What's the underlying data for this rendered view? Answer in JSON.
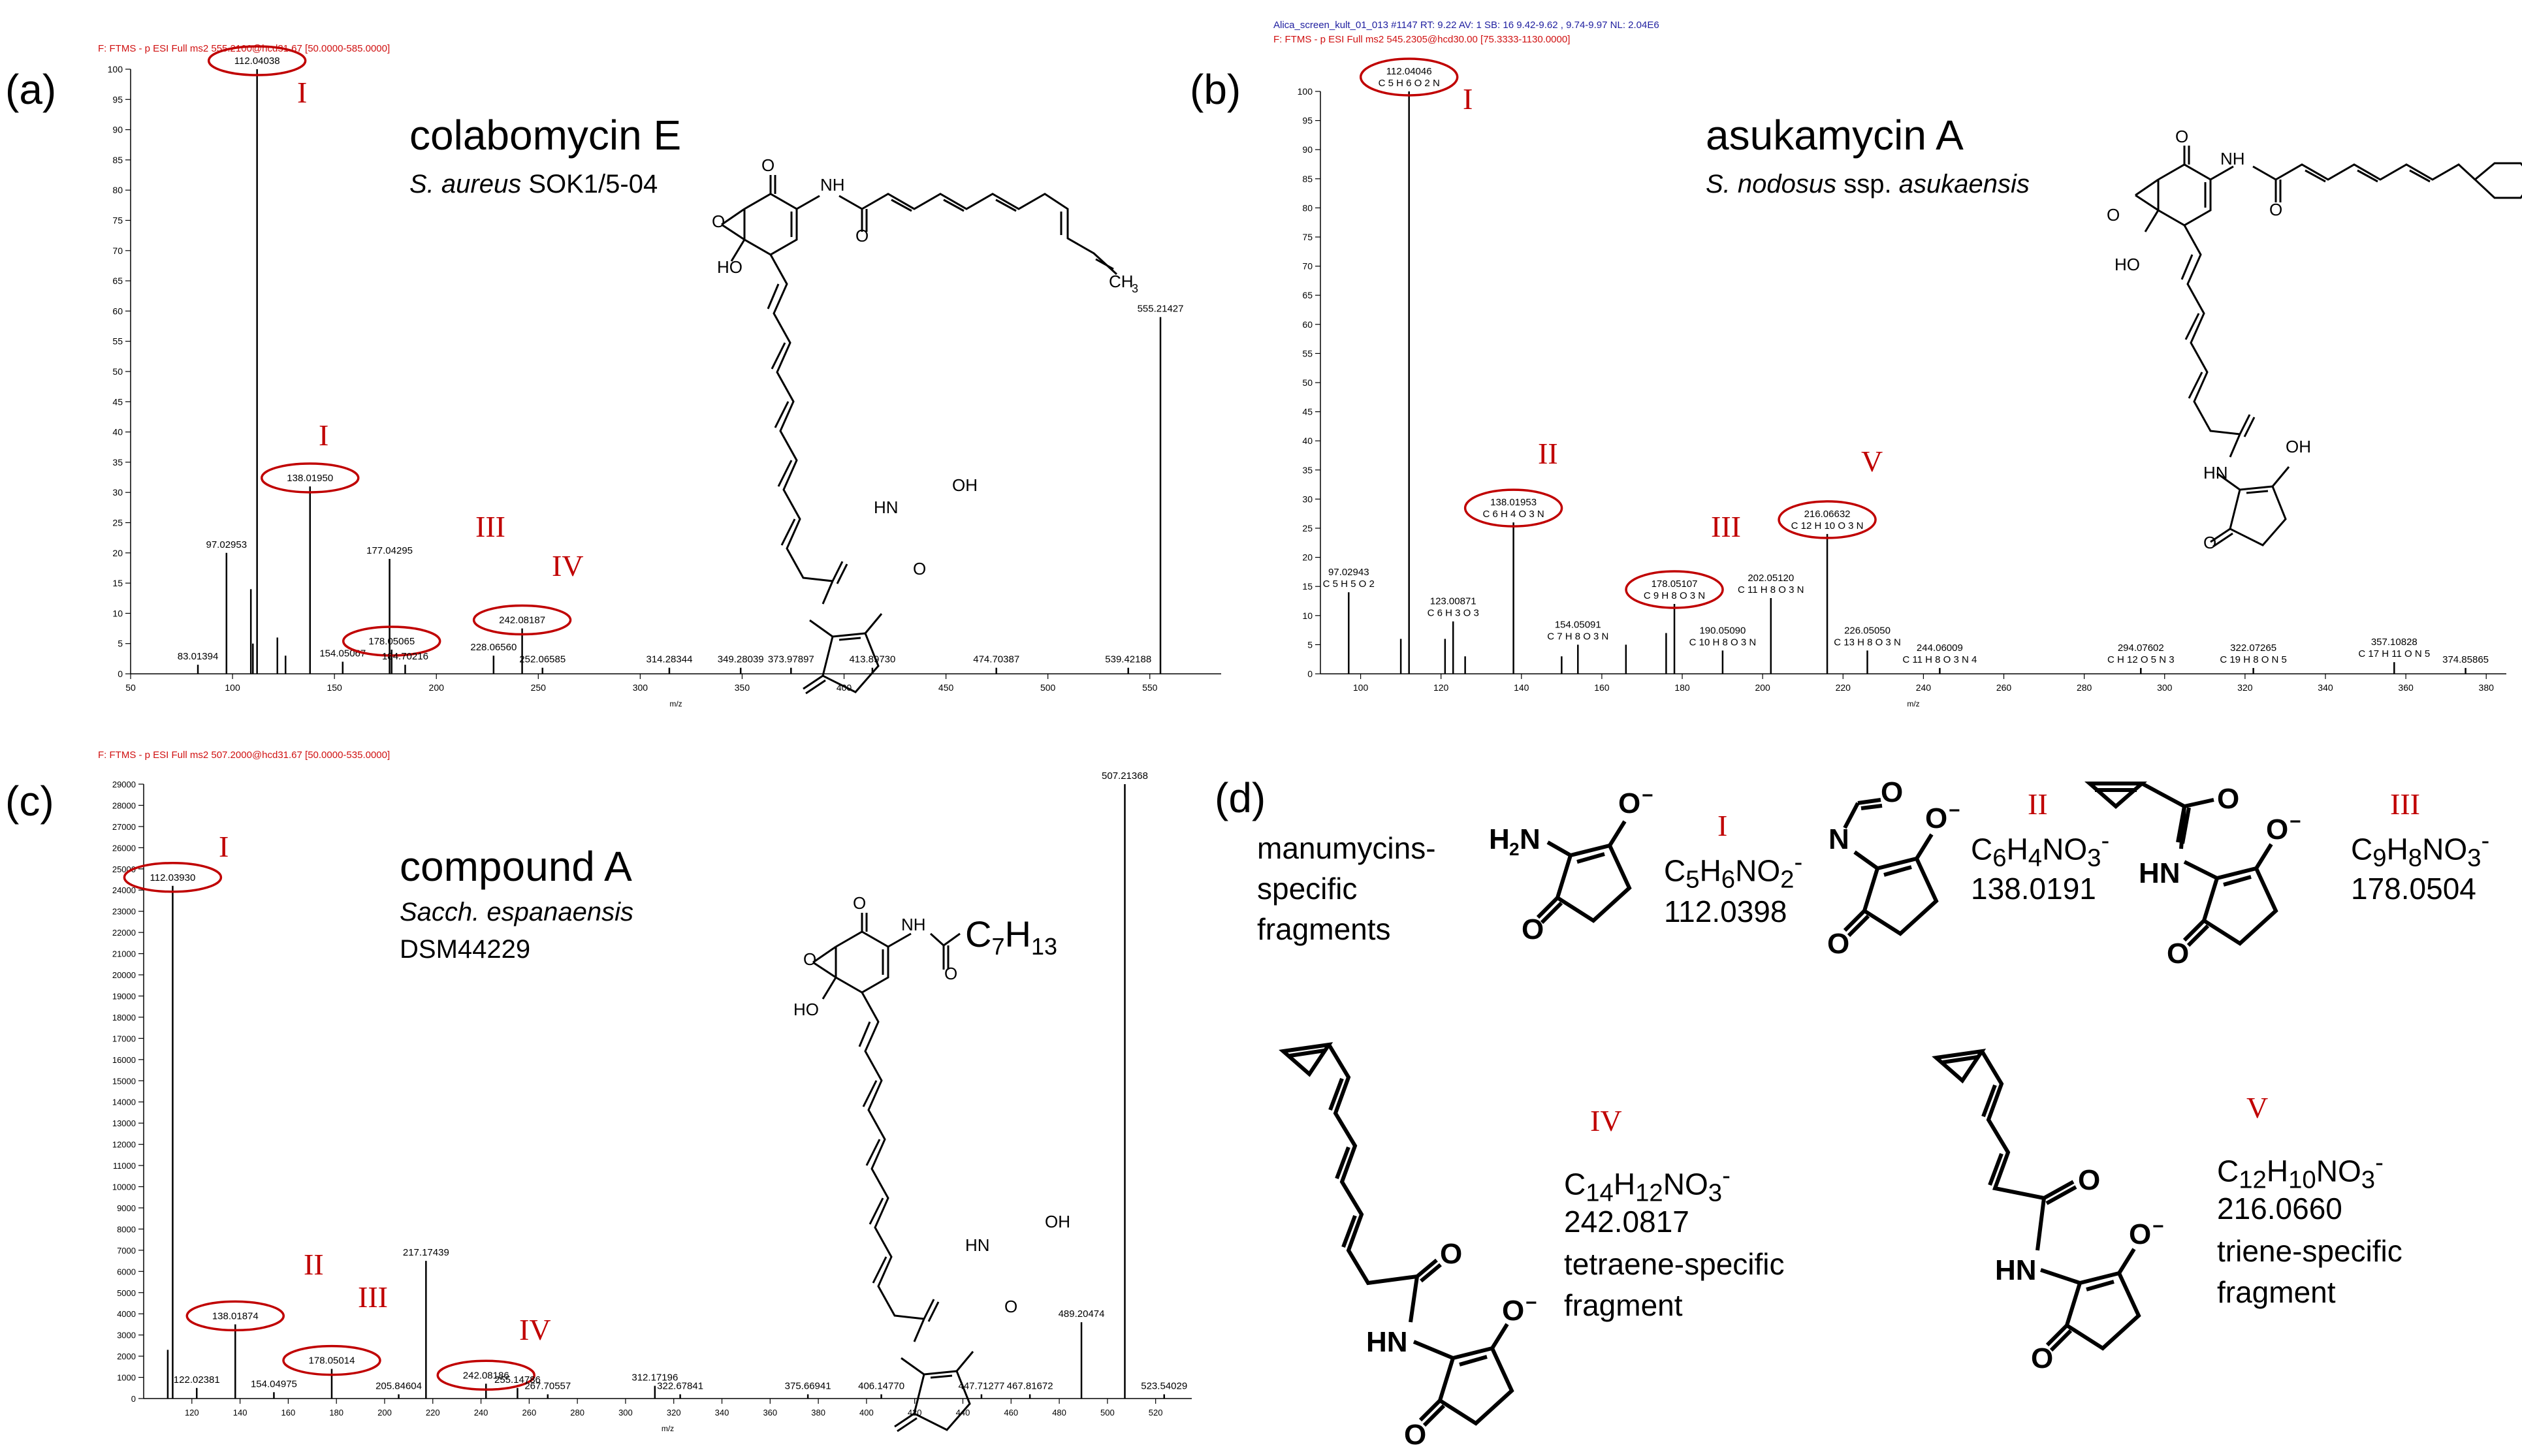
{
  "panels": {
    "a": {
      "label": "(a)",
      "header": [
        "F: FTMS - p ESI Full ms2 555.2100@hcd31.67 [50.0000-585.0000]"
      ],
      "compound": "colabomycin E",
      "organism_italic": "S. aureus",
      "organism_rest": " SOK1/5-04",
      "xlabel": "m/z",
      "romans": [
        "I",
        "I",
        "III",
        "IV"
      ]
    },
    "b": {
      "label": "(b)",
      "header": [
        "Alica_screen_kult_01_013 #1147  RT: 9.22  AV: 1  SB: 16  9.42-9.62 , 9.74-9.97  NL: 2.04E6",
        "F: FTMS - p ESI Full ms2 545.2305@hcd30.00 [75.3333-1130.0000]"
      ],
      "compound": "asukamycin A",
      "organism_italic": "S. nodosus",
      "organism_rest": " ssp. ",
      "organism_italic2": "asukaensis",
      "xlabel": "m/z",
      "romans": [
        "I",
        "II",
        "III",
        "V"
      ]
    },
    "c": {
      "label": "(c)",
      "header": [
        "F: FTMS - p ESI Full ms2 507.2000@hcd31.67 [50.0000-535.0000]"
      ],
      "compound": "compound A",
      "organism_italic": "Sacch. espanaensis",
      "organism_line2": "DSM44229",
      "side_chain": "C7H13",
      "xlabel": "m/z",
      "romans": [
        "I",
        "II",
        "III",
        "IV"
      ]
    },
    "d": {
      "label": "(d)",
      "intro": [
        "manumycins-",
        "specific",
        "fragments"
      ],
      "fragments": [
        {
          "roman": "I",
          "formula": "C5H6NO2-",
          "mass": "112.0398"
        },
        {
          "roman": "II",
          "formula": "C6H4NO3-",
          "mass": "138.0191"
        },
        {
          "roman": "III",
          "formula": "C9H8NO3-",
          "mass": "178.0504"
        },
        {
          "roman": "IV",
          "formula": "C14H12NO3-",
          "mass": "242.0817",
          "note": [
            "tetraene-specific",
            "fragment"
          ]
        },
        {
          "roman": "V",
          "formula": "C12H10NO3-",
          "mass": "216.0660",
          "note": [
            "triene-specific",
            "fragment"
          ]
        }
      ]
    }
  },
  "chart_data": [
    {
      "id": "a",
      "type": "bar",
      "title": "colabomycin E",
      "xlabel": "m/z",
      "ylabel": "",
      "xlim": [
        50,
        585
      ],
      "ylim": [
        0,
        100
      ],
      "xticks": [
        50,
        100,
        150,
        200,
        250,
        300,
        350,
        400,
        450,
        500,
        550
      ],
      "yticks": [
        0,
        5,
        10,
        15,
        20,
        25,
        30,
        35,
        40,
        45,
        50,
        55,
        60,
        65,
        70,
        75,
        80,
        85,
        90,
        95,
        100
      ],
      "peaks": [
        {
          "x": 83.01394,
          "y": 1.5,
          "label": "83.01394"
        },
        {
          "x": 97.02953,
          "y": 20,
          "label": "97.02953"
        },
        {
          "x": 109.0,
          "y": 14
        },
        {
          "x": 110.0,
          "y": 5
        },
        {
          "x": 112.04038,
          "y": 100,
          "label": "112.04038",
          "circled": true
        },
        {
          "x": 122.0,
          "y": 6
        },
        {
          "x": 126.0,
          "y": 3
        },
        {
          "x": 138.0195,
          "y": 31,
          "label": "138.01950",
          "circled": true
        },
        {
          "x": 154.05067,
          "y": 2,
          "label": "154.05067"
        },
        {
          "x": 177.04295,
          "y": 19,
          "label": "177.04295"
        },
        {
          "x": 178.05065,
          "y": 4,
          "label": "178.05065",
          "circled": true
        },
        {
          "x": 184.70216,
          "y": 1.5,
          "label": "184.70216"
        },
        {
          "x": 228.0656,
          "y": 3,
          "label": "228.06560"
        },
        {
          "x": 242.08187,
          "y": 7.5,
          "label": "242.08187",
          "circled": true
        },
        {
          "x": 252.06585,
          "y": 1,
          "label": "252.06585"
        },
        {
          "x": 314.28344,
          "y": 1,
          "label": "314.28344"
        },
        {
          "x": 349.28039,
          "y": 1,
          "label": "349.28039"
        },
        {
          "x": 373.97897,
          "y": 1,
          "label": "373.97897"
        },
        {
          "x": 413.8973,
          "y": 1,
          "label": "413.89730"
        },
        {
          "x": 474.70387,
          "y": 1,
          "label": "474.70387"
        },
        {
          "x": 539.42188,
          "y": 1,
          "label": "539.42188"
        },
        {
          "x": 555.21427,
          "y": 59,
          "label": "555.21427"
        }
      ]
    },
    {
      "id": "b",
      "type": "bar",
      "title": "asukamycin A",
      "xlabel": "m/z",
      "ylabel": "",
      "xlim": [
        90,
        385
      ],
      "ylim": [
        0,
        100
      ],
      "xticks": [
        100,
        120,
        140,
        160,
        180,
        200,
        220,
        240,
        260,
        280,
        300,
        320,
        340,
        360,
        380
      ],
      "yticks": [
        0,
        5,
        10,
        15,
        20,
        25,
        30,
        35,
        40,
        45,
        50,
        55,
        60,
        65,
        70,
        75,
        80,
        85,
        90,
        95,
        100
      ],
      "peaks": [
        {
          "x": 97.02943,
          "y": 14,
          "label": "97.02943",
          "formula": "C5H5O2"
        },
        {
          "x": 110.0,
          "y": 6
        },
        {
          "x": 112.04046,
          "y": 100,
          "label": "112.04046",
          "formula": "C5H6O2N",
          "circled": true
        },
        {
          "x": 121.0,
          "y": 6
        },
        {
          "x": 123.00871,
          "y": 9,
          "label": "123.00871",
          "formula": "C6H3O3"
        },
        {
          "x": 126.0,
          "y": 3
        },
        {
          "x": 138.01953,
          "y": 26,
          "label": "138.01953",
          "formula": "C6H4O3N",
          "circled": true
        },
        {
          "x": 150.0,
          "y": 3
        },
        {
          "x": 154.05091,
          "y": 5,
          "label": "154.05091",
          "formula": "C7H8O3N"
        },
        {
          "x": 166.0,
          "y": 5
        },
        {
          "x": 176.0,
          "y": 7
        },
        {
          "x": 178.05107,
          "y": 12,
          "label": "178.05107",
          "formula": "C9H8O3N",
          "circled": true
        },
        {
          "x": 190.0509,
          "y": 4,
          "label": "190.05090",
          "formula": "C10H8O3N"
        },
        {
          "x": 202.0512,
          "y": 13,
          "label": "202.05120",
          "formula": "C11H8O3N"
        },
        {
          "x": 216.06632,
          "y": 24,
          "label": "216.06632",
          "formula": "C12H10O3N",
          "circled": true
        },
        {
          "x": 226.0505,
          "y": 4,
          "label": "226.05050",
          "formula": "C13H8O3N"
        },
        {
          "x": 244.06009,
          "y": 1,
          "label": "244.06009",
          "formula": "C11H8O3N4"
        },
        {
          "x": 294.07602,
          "y": 1,
          "label": "294.07602",
          "formula": "C H12 O5 N3"
        },
        {
          "x": 322.07265,
          "y": 1,
          "label": "322.07265",
          "formula": "C19 H8 O N5"
        },
        {
          "x": 357.10828,
          "y": 2,
          "label": "357.10828",
          "formula": "C17 H11 O N5"
        },
        {
          "x": 374.85865,
          "y": 1,
          "label": "374.85865"
        }
      ]
    },
    {
      "id": "c",
      "type": "bar",
      "title": "compound A",
      "xlabel": "m/z",
      "ylabel": "",
      "xlim": [
        100,
        535
      ],
      "ylim": [
        0,
        29000
      ],
      "xticks": [
        120,
        140,
        160,
        180,
        200,
        220,
        240,
        260,
        280,
        300,
        320,
        340,
        360,
        380,
        400,
        420,
        440,
        460,
        480,
        500,
        520
      ],
      "yticks": [
        0,
        1000,
        2000,
        3000,
        4000,
        5000,
        6000,
        7000,
        8000,
        9000,
        10000,
        11000,
        12000,
        13000,
        14000,
        15000,
        16000,
        17000,
        18000,
        19000,
        20000,
        21000,
        22000,
        23000,
        24000,
        25000,
        26000,
        27000,
        28000,
        29000
      ],
      "peaks": [
        {
          "x": 110.0,
          "y": 2300
        },
        {
          "x": 112.0393,
          "y": 24200,
          "label": "112.03930",
          "circled": true
        },
        {
          "x": 122.02381,
          "y": 500,
          "label": "122.02381"
        },
        {
          "x": 138.01874,
          "y": 3500,
          "label": "138.01874",
          "circled": true
        },
        {
          "x": 154.04975,
          "y": 300,
          "label": "154.04975"
        },
        {
          "x": 178.05014,
          "y": 1400,
          "label": "178.05014",
          "circled": true
        },
        {
          "x": 205.84604,
          "y": 200,
          "label": "205.84604"
        },
        {
          "x": 217.17439,
          "y": 6500,
          "label": "217.17439"
        },
        {
          "x": 242.08186,
          "y": 700,
          "label": "242.08186",
          "circled": true
        },
        {
          "x": 255.14786,
          "y": 500,
          "label": "255.14786"
        },
        {
          "x": 267.70557,
          "y": 200,
          "label": "267.70557"
        },
        {
          "x": 312.17196,
          "y": 600,
          "label": "312.17196"
        },
        {
          "x": 322.67841,
          "y": 200,
          "label": "322.67841"
        },
        {
          "x": 375.66941,
          "y": 200,
          "label": "375.66941"
        },
        {
          "x": 406.1477,
          "y": 200,
          "label": "406.14770"
        },
        {
          "x": 447.71277,
          "y": 200,
          "label": "447.71277"
        },
        {
          "x": 467.81672,
          "y": 200,
          "label": "467.81672"
        },
        {
          "x": 489.20474,
          "y": 3600,
          "label": "489.20474"
        },
        {
          "x": 507.21368,
          "y": 29000,
          "label": "507.21368"
        },
        {
          "x": 523.54029,
          "y": 200,
          "label": "523.54029"
        }
      ]
    }
  ]
}
